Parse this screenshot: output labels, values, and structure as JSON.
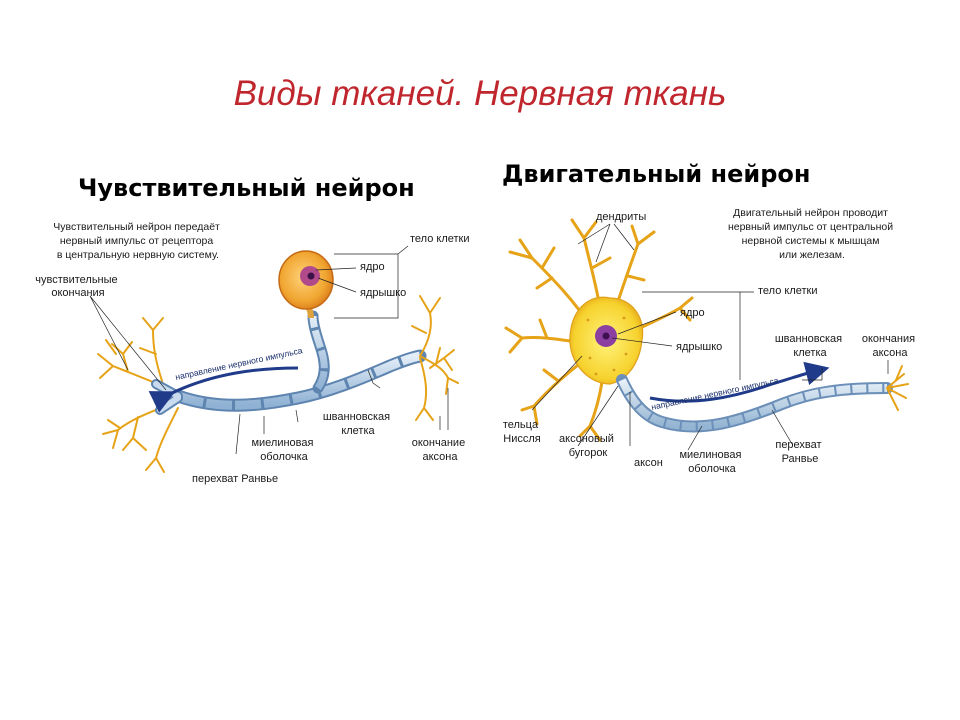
{
  "slide": {
    "title": "Виды тканей. Нервная ткань"
  },
  "sensory": {
    "heading": "Чувствительный нейрон",
    "description": [
      "Чувствительный нейрон передаёт",
      "нервный импульс от рецептора",
      "в центральную нервную систему."
    ],
    "labels": {
      "cell_body": "тело клетки",
      "nucleus": "ядро",
      "nucleolus": "ядрышко",
      "sensory_endings": [
        "чувствительные",
        "окончания"
      ],
      "impulse_direction": "направление нервного импульса",
      "schwann_cell": [
        "шванновская",
        "клетка"
      ],
      "myelin_sheath": [
        "миелиновая",
        "оболочка"
      ],
      "axon_ending": [
        "окончание",
        "аксона"
      ],
      "node_of_ranvier": "перехват Ранвье"
    }
  },
  "motor": {
    "heading": "Двигательный нейрон",
    "description": [
      "Двигательный нейрон проводит",
      "нервный импульс от центральной",
      "нервной системы к мышцам",
      "или железам."
    ],
    "labels": {
      "dendrites": "дендриты",
      "cell_body": "тело клетки",
      "nucleus": "ядро",
      "nucleolus": "ядрышко",
      "schwann_cell": [
        "шванновская",
        "клетка"
      ],
      "axon_endings": [
        "окончания",
        "аксона"
      ],
      "impulse_direction": "направление нервного импульса",
      "nissl_bodies": [
        "тельца",
        "Ниссля"
      ],
      "axon_hillock": [
        "аксоновый",
        "бугорок"
      ],
      "axon": "аксон",
      "myelin_sheath": [
        "миелиновая",
        "оболочка"
      ],
      "node_of_ranvier": [
        "перехват",
        "Ранвье"
      ]
    }
  },
  "colors": {
    "title": "#c0262d",
    "dendrite": "#e6a317",
    "cell_body": "#f2b33a",
    "nucleus": "#7a2a8c",
    "myelin": "#b9d0e8",
    "arrow": "#1f3b8a"
  }
}
